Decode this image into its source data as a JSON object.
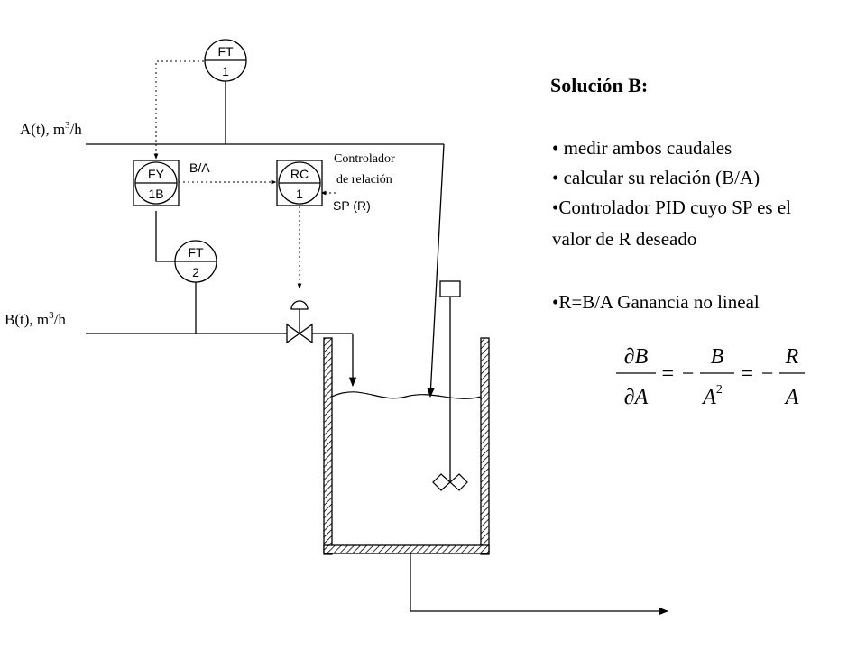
{
  "streams": {
    "a_label": "A(t), m",
    "a_unit_tail": "/h",
    "b_label": "B(t), m",
    "b_unit_tail": "/h",
    "cube_exp": "3"
  },
  "instruments": {
    "ft1": {
      "top": "FT",
      "bottom": "1"
    },
    "ft2": {
      "top": "FT",
      "bottom": "2"
    },
    "fy": {
      "top": "FY",
      "bottom": "1B"
    },
    "rc": {
      "top": "RC",
      "bottom": "1"
    }
  },
  "signals": {
    "ratio_label": "B/A",
    "controller_line1": "Controlador",
    "controller_line2": "de relación",
    "setpoint_label": "SP (R)"
  },
  "side_text": {
    "heading": "Solución B:",
    "bullet1": "• medir ambos caudales",
    "bullet2": "• calcular su relación (B/A)",
    "bullet3_line1": "•Controlador PID cuyo SP es el",
    "bullet3_line2": "valor de R deseado",
    "bullet4": "•R=B/A  Ganancia no lineal"
  },
  "formula": {
    "d_b": "∂B",
    "d_a": "∂A",
    "eq1": "= −",
    "b": "B",
    "a_sq": "A",
    "sq": "2",
    "eq2": "= −",
    "r": "R",
    "a": "A"
  }
}
